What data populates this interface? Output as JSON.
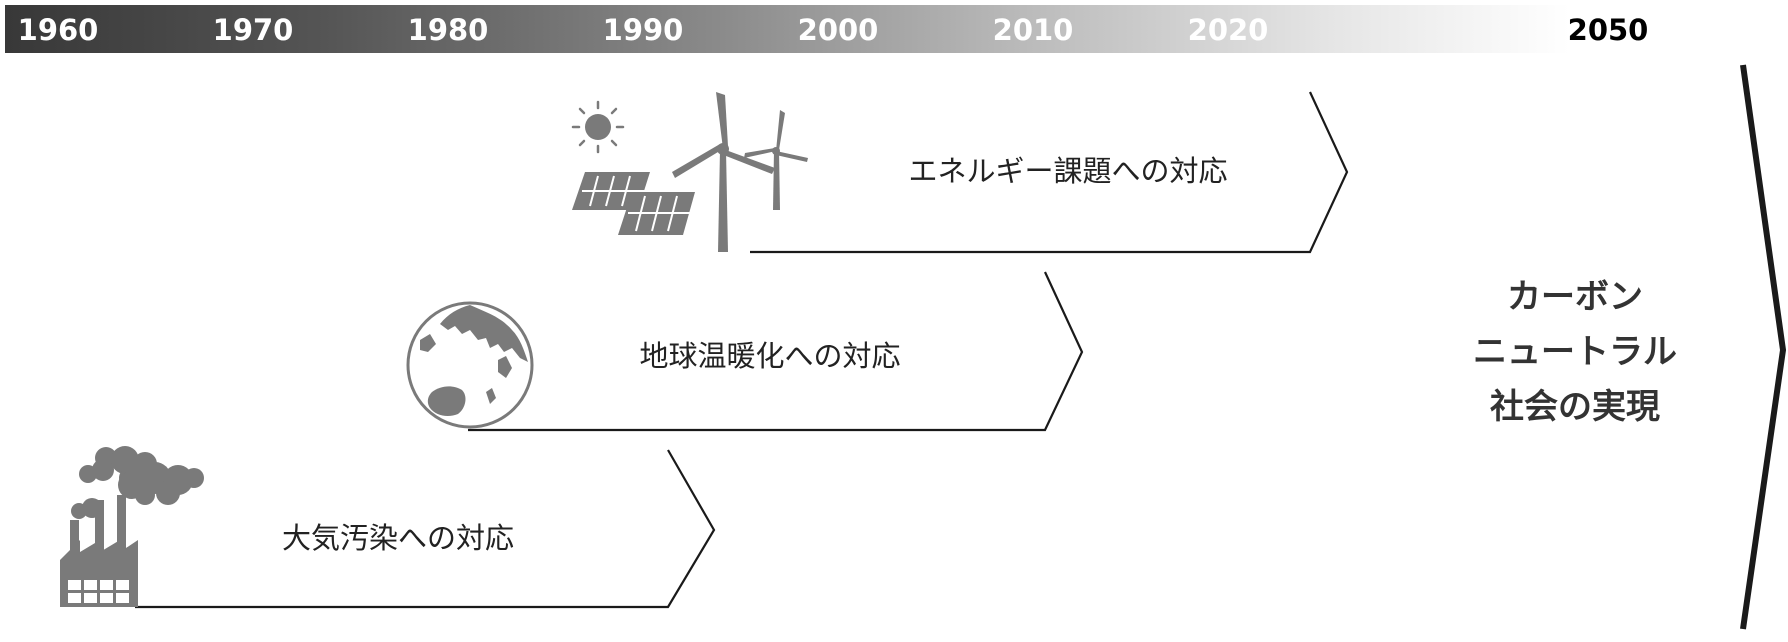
{
  "timeline": {
    "years": [
      "1960",
      "1970",
      "1980",
      "1990",
      "2000",
      "2010",
      "2020"
    ],
    "final_year": "2050"
  },
  "rows": [
    {
      "label": "エネルギー課題への対応",
      "icon": "solar-wind-icon"
    },
    {
      "label": "地球温暖化への対応",
      "icon": "globe-icon"
    },
    {
      "label": "大気汚染への対応",
      "icon": "factory-icon"
    }
  ],
  "goal": {
    "line1": "カーボン",
    "line2": "ニュートラル",
    "line3": "社会の実現"
  },
  "colors": {
    "timeline_dark": "#383838",
    "icon_gray": "#7a7a7a",
    "goal_text": "#333333"
  }
}
